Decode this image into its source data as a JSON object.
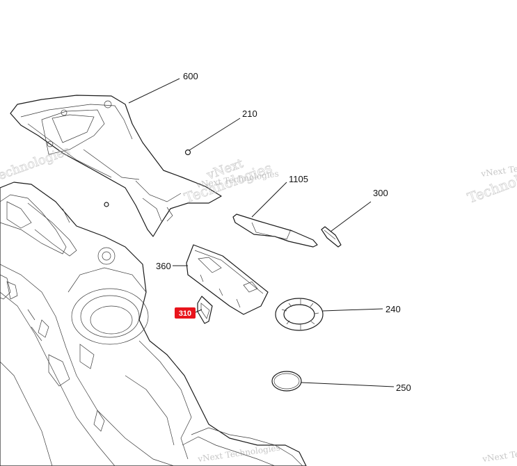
{
  "diagram": {
    "callouts": {
      "c600": "600",
      "c210": "210",
      "c1105": "1105",
      "c300": "300",
      "c360": "360",
      "c310": "310",
      "c240": "240",
      "c250": "250"
    },
    "highlight_color": "#e8141c",
    "watermark": {
      "small": "vNext Technologies",
      "large": "Technologies",
      "large_top": "vNext"
    }
  }
}
